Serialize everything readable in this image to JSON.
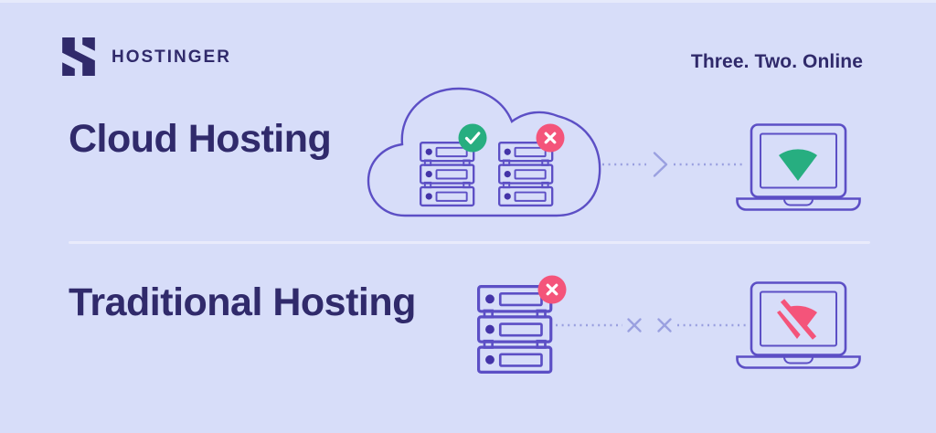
{
  "header": {
    "brand": "HOSTINGER",
    "tagline": "Three. Two. Online"
  },
  "sections": [
    {
      "id": "cloud",
      "title": "Cloud Hosting",
      "servers": [
        {
          "status": "ok"
        },
        {
          "status": "error"
        }
      ],
      "connection": "connected"
    },
    {
      "id": "traditional",
      "title": "Traditional Hosting",
      "servers": [
        {
          "status": "error"
        }
      ],
      "connection": "broken"
    }
  ],
  "icons": {
    "logo": "hostinger-h",
    "check_badge": "✓",
    "cross_badge": "✕",
    "arrow_chevron": "›",
    "broken_link": "✕✕",
    "wifi_on": "wifi-wedge",
    "wifi_off": "wifi-wedge-slashed",
    "cloud": "cloud-outline",
    "server": "server-rack-outline",
    "laptop": "laptop-outline"
  },
  "colors": {
    "background": "#D7DDF9",
    "ink": "#302A6B",
    "outline": "#5C4FC5",
    "dot": "#4434A8",
    "success": "#27AE80",
    "danger": "#F4547A",
    "dotted": "#9AA0E0",
    "divider": "#E9EBFB",
    "badge_glyph": "#FFFFFF"
  }
}
